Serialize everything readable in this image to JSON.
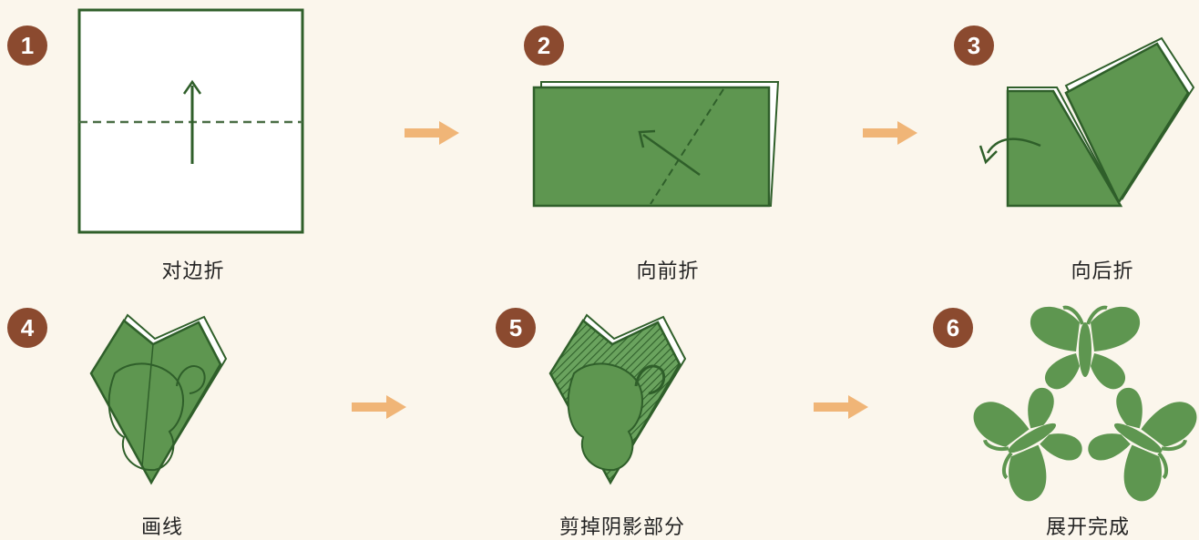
{
  "colors": {
    "paper_green": "#5e9650",
    "paper_green_dark": "#3f7a38",
    "outline": "#2f5f2a",
    "badge_brown": "#8b4a2f",
    "arrow_orange": "#f0b577",
    "cut_green": "#6aa35e",
    "background": "#fbf6ec"
  },
  "steps": [
    {
      "number": "1",
      "caption": "对边折"
    },
    {
      "number": "2",
      "caption": "向前折"
    },
    {
      "number": "3",
      "caption": "向后折"
    },
    {
      "number": "4",
      "caption": "画线"
    },
    {
      "number": "5",
      "caption": "剪掉阴影部分"
    },
    {
      "number": "6",
      "caption": "展开完成"
    }
  ],
  "icons": {
    "fold_arrow": "up-arrow-icon",
    "next_arrow": "right-arrow-icon",
    "turn_over": "curved-arrow-icon",
    "butterfly": "butterfly-icon"
  }
}
